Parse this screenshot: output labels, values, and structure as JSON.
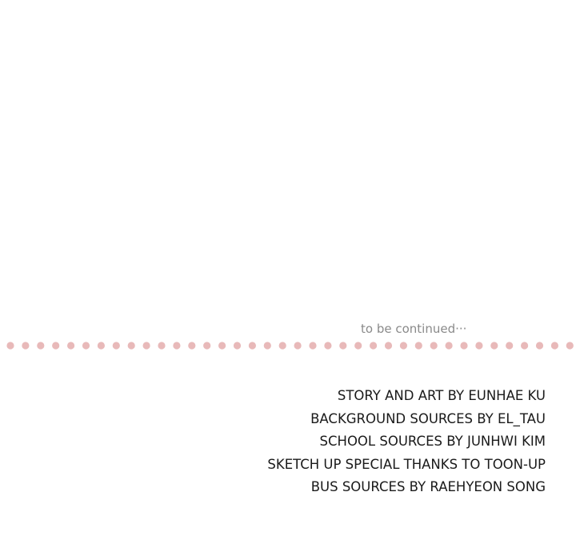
{
  "continued_text": "to be continued···",
  "divider": {
    "dot_color": "#e8b9b9"
  },
  "credits": [
    "STORY AND ART BY EUNHAE KU",
    "BACKGROUND SOURCES BY EL_TAU",
    "SCHOOL SOURCES BY JUNHWI KIM",
    "SKETCH UP SPECIAL THANKS TO TOON-UP",
    "BUS SOURCES BY RAEHYEON SONG"
  ]
}
